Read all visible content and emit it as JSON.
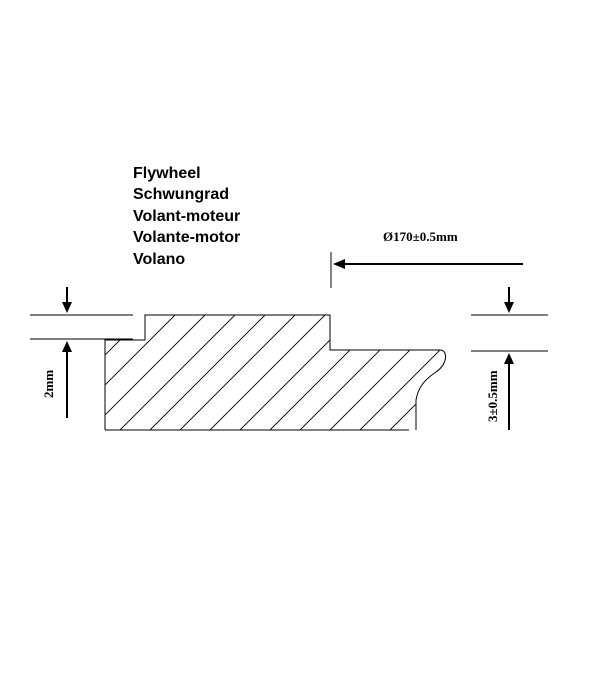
{
  "part_names": [
    "Flywheel",
    "Schwungrad",
    "Volant-moteur",
    "Volante-motor",
    "Volano"
  ],
  "dimensions": {
    "diameter": "Ø170±0.5mm",
    "step_left": "2mm",
    "step_right": "3±0.5mm"
  }
}
